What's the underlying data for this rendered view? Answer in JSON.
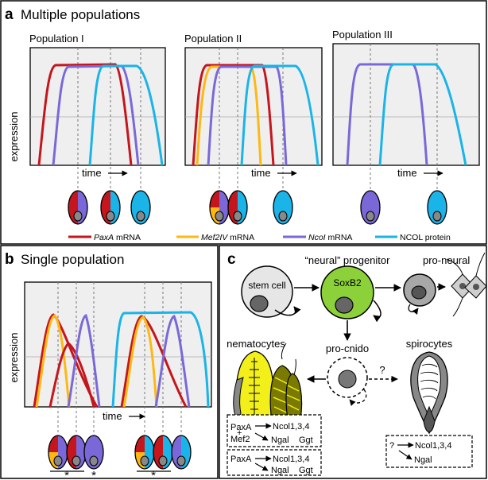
{
  "colors": {
    "paxa": "#c4161c",
    "mef2": "#fdb813",
    "ncol_mrna": "#7b68d8",
    "ncol_protein": "#1ab4e8",
    "plot_bg": "#eeeeee",
    "sox_green": "#8dd13a",
    "nematocyte_yellow": "#f2ef1a"
  },
  "panel_a": {
    "letter": "a",
    "title": "Multiple populations",
    "ylabel": "expression",
    "pop1": "Population I",
    "pop2": "Population II",
    "pop3": "Population III",
    "time": "time"
  },
  "legend": {
    "paxa_gene": "PaxA",
    "paxa_suffix": " mRNA",
    "mef2_gene": "Mef2IV",
    "mef2_suffix": " mRNA",
    "ncol_gene": "NcoI",
    "ncol_suffix": " mRNA",
    "ncol_protein": "NCOL protein"
  },
  "panel_b": {
    "letter": "b",
    "title": "Single population",
    "ylabel": "expression",
    "time": "time",
    "star": "*"
  },
  "panel_c": {
    "letter": "c",
    "neural_progenitor": "“neural” progenitor",
    "stem_cell": "stem cell",
    "soxb2": "SoxB2",
    "pro_neural": "pro-neural",
    "nematocytes": "nematocytes",
    "pro_cnido": "pro-cnido",
    "spirocytes": "spirocytes",
    "question": "?",
    "box1_line1": "PaxA",
    "box1_plus": "+",
    "box1_line2": "Mef2",
    "box1_target1": "Ncol1,3,4",
    "box1_target2": "Ngal",
    "box1_target3": "Ggt",
    "box2_line1": "PaxA",
    "box2_target1": "Ncol1,3,4",
    "box2_target2": "Ngal",
    "box2_target3": "Ggt",
    "box3_q": "?",
    "box3_target1": "Ncol1,3,4",
    "box3_target2": "Ngal"
  }
}
